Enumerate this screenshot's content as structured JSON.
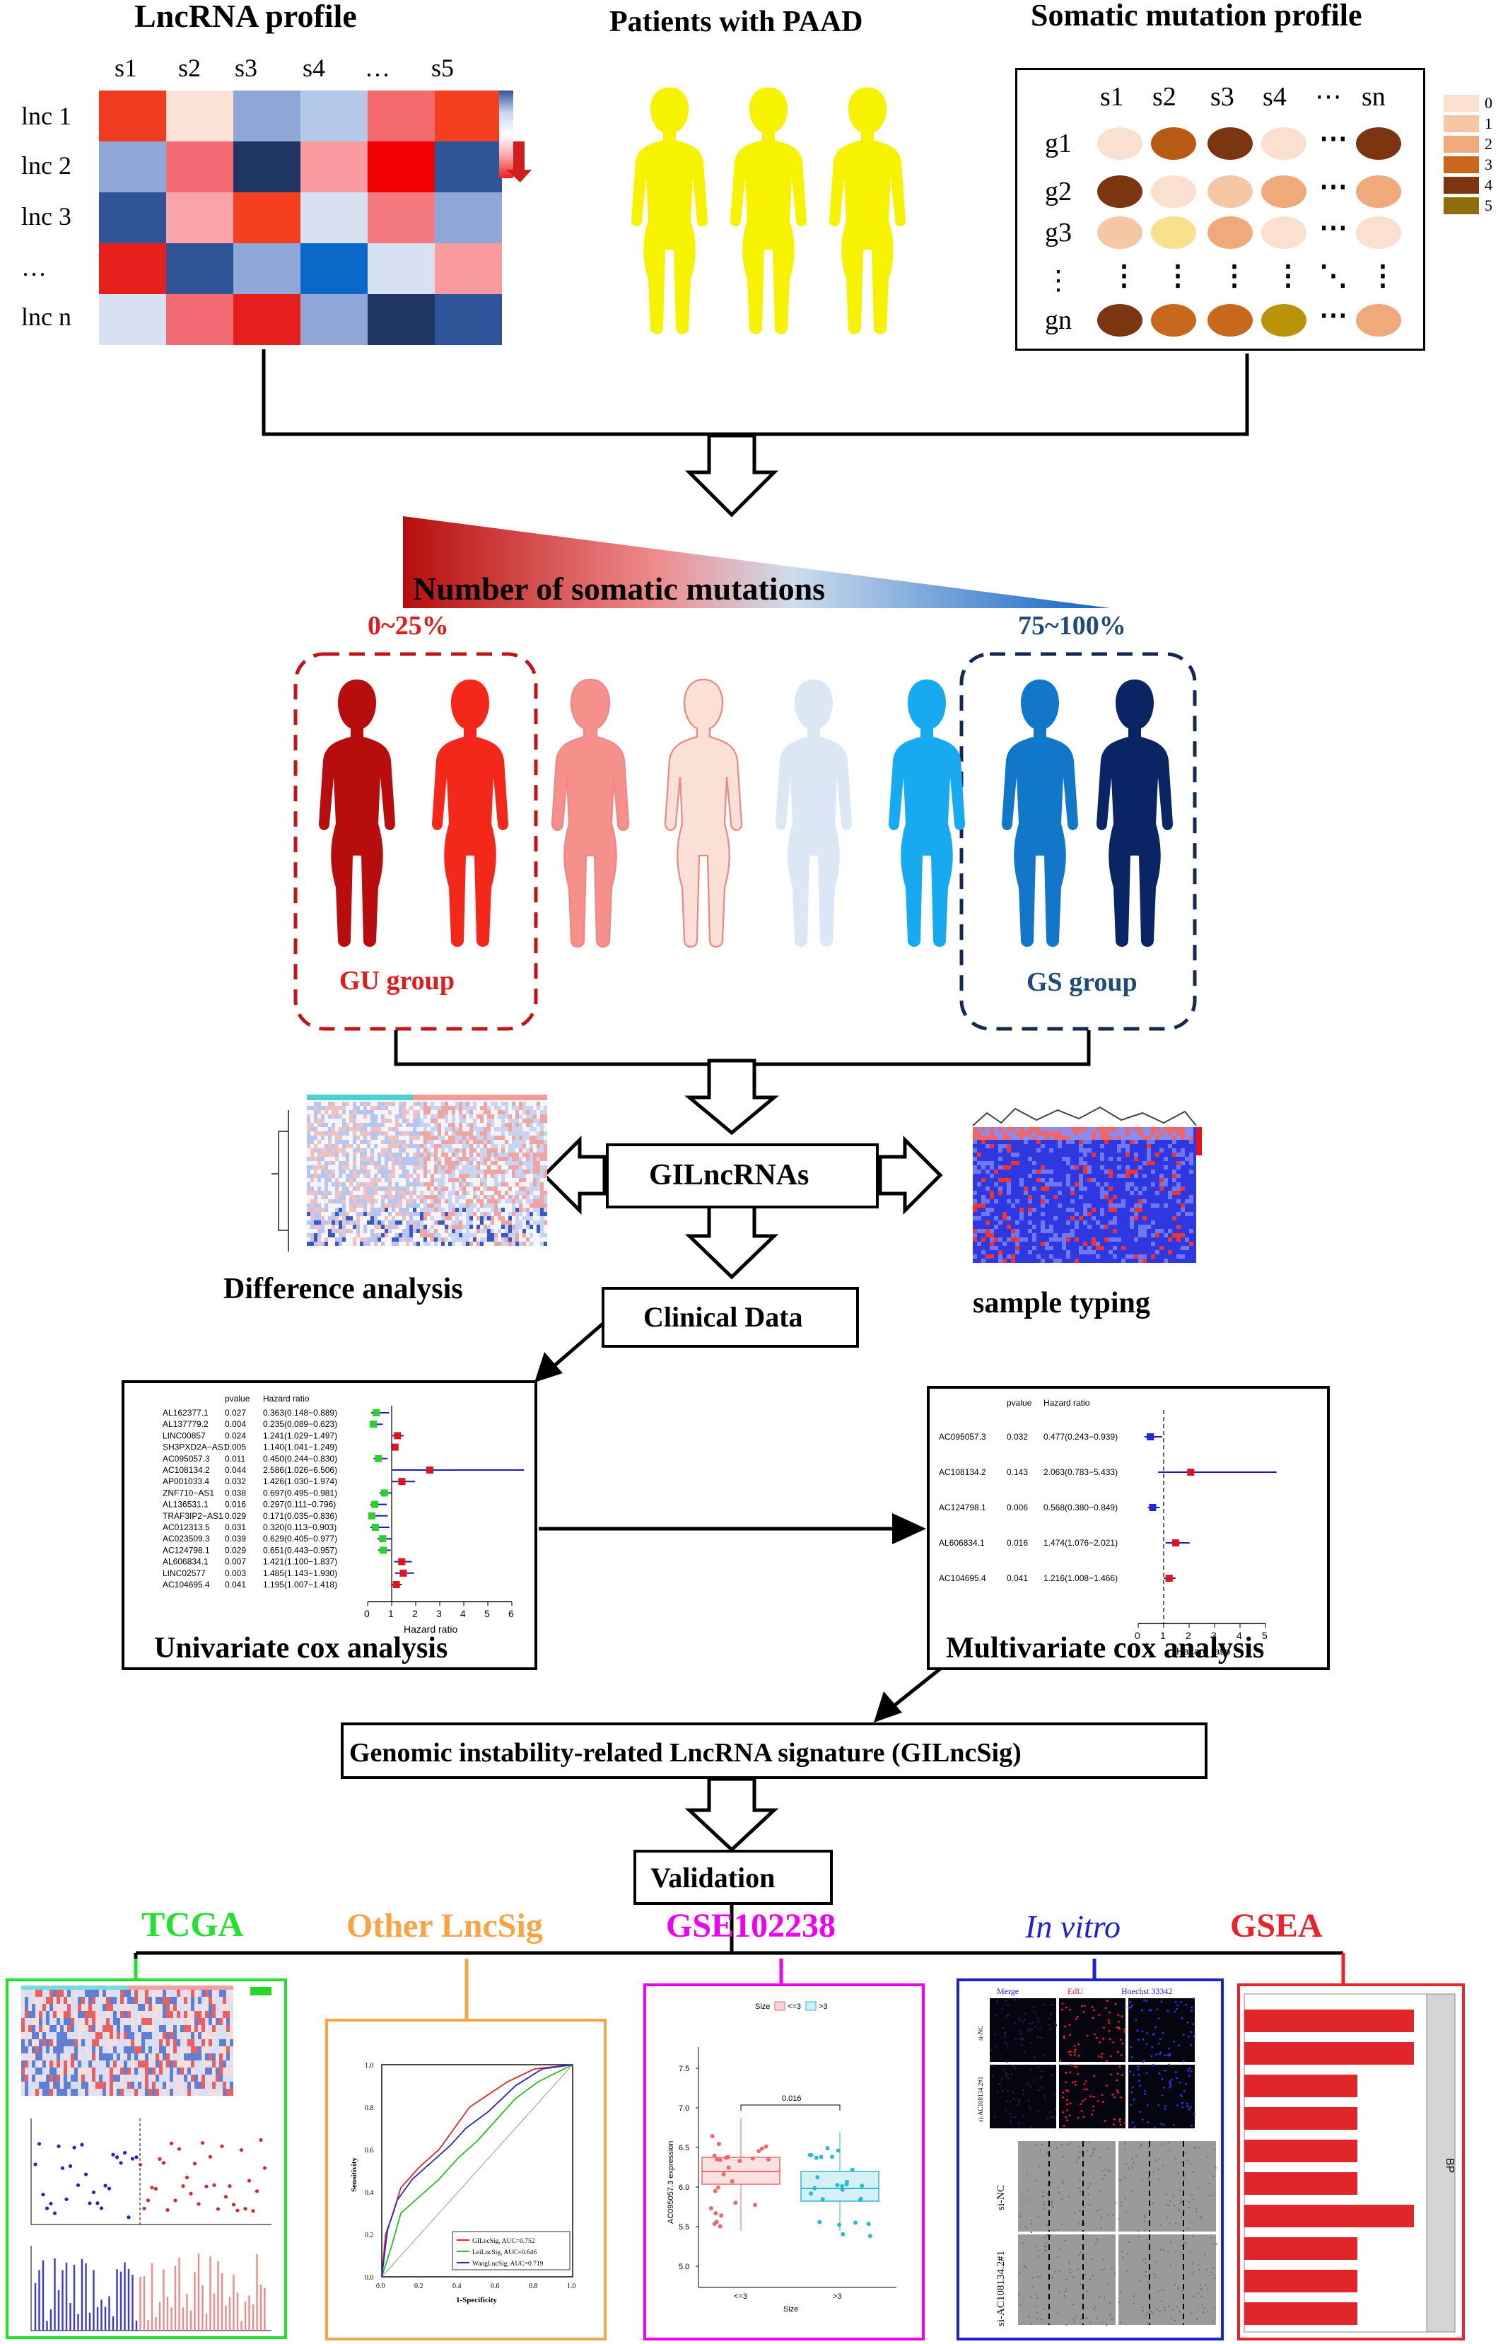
{
  "top": {
    "lnc_title": "LncRNA profile",
    "patients_title": "Patients with PAAD",
    "somatic_title": "Somatic mutation profile",
    "lnc_cols": [
      "s1",
      "s2",
      "s3",
      "s4",
      "…",
      "s5"
    ],
    "lnc_rows": [
      "lnc 1",
      "lnc 2",
      "lnc 3",
      "…",
      "lnc n"
    ],
    "heat_colors": [
      [
        "#ef3b1f",
        "#fbe1d6",
        "#8fa8d8",
        "#b5c8e8",
        "#f56a6f",
        "#f4401f"
      ],
      [
        "#8fa8d8",
        "#f46c73",
        "#1f3563",
        "#f89a9e",
        "#f00000",
        "#2f5598"
      ],
      [
        "#2f5598",
        "#f9a4a8",
        "#f4401f",
        "#d7e1f2",
        "#f57a80",
        "#8fa8d8"
      ],
      [
        "#e8201d",
        "#2f5598",
        "#8fa8d8",
        "#0b67c8",
        "#d7e1f2",
        "#f89a9e"
      ],
      [
        "#d7e1f2",
        "#f46c73",
        "#e8201d",
        "#8fa8d8",
        "#1f3563",
        "#2f5598"
      ]
    ],
    "mut_cols": [
      "s1",
      "s2",
      "s3",
      "s4",
      "⋯",
      "sn"
    ],
    "mut_rows": [
      "g1",
      "g2",
      "g3",
      "⋮",
      "gn"
    ],
    "mut_dots": [
      [
        "#fbe0cf",
        "#b65a14",
        "#7b3510",
        "#fbe0cf",
        "⋯",
        "#7b3510"
      ],
      [
        "#7b3510",
        "#fbe0cf",
        "#f6c7a4",
        "#f0a97a",
        "⋯",
        "#f0a97a"
      ],
      [
        "#f6c7a4",
        "#f9e08a",
        "#f0a97a",
        "#fbe0cf",
        "⋯",
        "#fbe0cf"
      ],
      [
        "⋮",
        "⋮",
        "⋮",
        "⋮",
        "⋱",
        "⋮"
      ],
      [
        "#7b3510",
        "#c7681d",
        "#c7681d",
        "#b9940b",
        "⋯",
        "#f0a97a"
      ]
    ],
    "legend": [
      {
        "label": "0",
        "color": "#fbe0cf"
      },
      {
        "label": "1",
        "color": "#f6c7a4"
      },
      {
        "label": "2",
        "color": "#f0a97a"
      },
      {
        "label": "3",
        "color": "#c7681d"
      },
      {
        "label": "4",
        "color": "#7b3510"
      },
      {
        "label": "5",
        "color": "#8f6d0a"
      }
    ]
  },
  "mid": {
    "gradient_label": "Number of somatic mutations",
    "low_pct": "0~25%",
    "high_pct": "75~100%",
    "gu_label": "GU group",
    "gs_label": "GS group",
    "figure_colors": [
      "#b70d0d",
      "#f3281a",
      "#f6908b",
      "#fbe0d6",
      "#dbe7f4",
      "#18aaf0",
      "#1377c9",
      "#0a2563"
    ]
  },
  "flow": {
    "gilnc": "GILncRNAs",
    "difference": "Difference analysis",
    "typing": "sample typing",
    "clinical": "Clinical Data",
    "uni": "Univariate cox analysis",
    "multi": "Multivariate cox analysis",
    "signature": "Genomic instability-related LncRNA signature (GILncSig)",
    "validation": "Validation"
  },
  "uni_forest": {
    "header_p": "pvalue",
    "header_hr": "Hazard ratio",
    "axis_label": "Hazard ratio",
    "ticks": [
      "0",
      "1",
      "2",
      "3",
      "4",
      "5",
      "6"
    ],
    "rows": [
      {
        "gene": "AL162377.1",
        "p": "0.027",
        "hr": "0.363(0.148−0.889)"
      },
      {
        "gene": "AL137779.2",
        "p": "0.004",
        "hr": "0.235(0.089−0.623)"
      },
      {
        "gene": "LINC00857",
        "p": "0.024",
        "hr": "1.241(1.029−1.497)"
      },
      {
        "gene": "SH3PXD2A−AS1",
        "p": "0.005",
        "hr": "1.140(1.041−1.249)"
      },
      {
        "gene": "AC095057.3",
        "p": "0.011",
        "hr": "0.450(0.244−0.830)"
      },
      {
        "gene": "AC108134.2",
        "p": "0.044",
        "hr": "2.586(1.026−6.506)"
      },
      {
        "gene": "AP001033.4",
        "p": "0.032",
        "hr": "1.426(1.030−1.974)"
      },
      {
        "gene": "ZNF710−AS1",
        "p": "0.038",
        "hr": "0.697(0.495−0.981)"
      },
      {
        "gene": "AL136531.1",
        "p": "0.016",
        "hr": "0.297(0.111−0.796)"
      },
      {
        "gene": "TRAF3IP2−AS1",
        "p": "0.029",
        "hr": "0.171(0.035−0.836)"
      },
      {
        "gene": "AC012313.5",
        "p": "0.031",
        "hr": "0.320(0.113−0.903)"
      },
      {
        "gene": "AC023509.3",
        "p": "0.039",
        "hr": "0.629(0.405−0.977)"
      },
      {
        "gene": "AC124798.1",
        "p": "0.029",
        "hr": "0.651(0.443−0.957)"
      },
      {
        "gene": "AL606834.1",
        "p": "0.007",
        "hr": "1.421(1.100−1.837)"
      },
      {
        "gene": "LINC02577",
        "p": "0.003",
        "hr": "1.485(1.143−1.930)"
      },
      {
        "gene": "AC104695.4",
        "p": "0.041",
        "hr": "1.195(1.007−1.418)"
      }
    ]
  },
  "multi_forest": {
    "header_p": "pvalue",
    "header_hr": "Hazard ratio",
    "axis_label": "Hazard ratio",
    "ticks": [
      "0",
      "1",
      "2",
      "3",
      "4",
      "5"
    ],
    "rows": [
      {
        "gene": "AC095057.3",
        "p": "0.032",
        "hr": "0.477(0.243−0.939)"
      },
      {
        "gene": "AC108134.2",
        "p": "0.143",
        "hr": "2.063(0.783−5.433)"
      },
      {
        "gene": "AC124798.1",
        "p": "0.006",
        "hr": "0.568(0.380−0.849)"
      },
      {
        "gene": "AL606834.1",
        "p": "0.016",
        "hr": "1.474(1.076−2.021)"
      },
      {
        "gene": "AC104695.4",
        "p": "0.041",
        "hr": "1.216(1.008−1.466)"
      }
    ]
  },
  "validation": {
    "tcga": {
      "label": "TCGA",
      "color": "#22e12f"
    },
    "other": {
      "label": "Other LncSig",
      "color": "#f7a543"
    },
    "gse": {
      "label": "GSE102238",
      "color": "#ef00ef"
    },
    "invitro": {
      "label": "In vitro",
      "color": "#1a21d6"
    },
    "gsea": {
      "label": "GSEA",
      "color": "#e8242a"
    },
    "roc": {
      "xlabel": "1-Specificity",
      "ylabel": "Sensitivity",
      "ticks": [
        "0.0",
        "0.2",
        "0.4",
        "0.6",
        "0.8",
        "1.0"
      ],
      "legend": [
        "GILncSig, AUC=0.752",
        "LeiLncSig, AUC=0.646",
        "WangLncSig, AUC=0.719"
      ]
    },
    "box": {
      "legend_title": "Size",
      "legend_a": "<=3",
      "legend_b": ">3",
      "pval": "0.016",
      "ylabel": "AC095057.3 expression",
      "xlabel": "Size",
      "cats": [
        "<=3",
        ">3"
      ],
      "yticks": [
        "7.5",
        "7.0",
        "6.5",
        "6.0",
        "5.5",
        "5.0"
      ]
    },
    "vitro": {
      "merge": "Merge",
      "edu": "EdU",
      "hoechst": "Hoechst 33342",
      "row_nc": "si-NC",
      "row_si": "si-AC108134.2#1"
    },
    "gsea_panel": {
      "facet": "BP"
    }
  }
}
